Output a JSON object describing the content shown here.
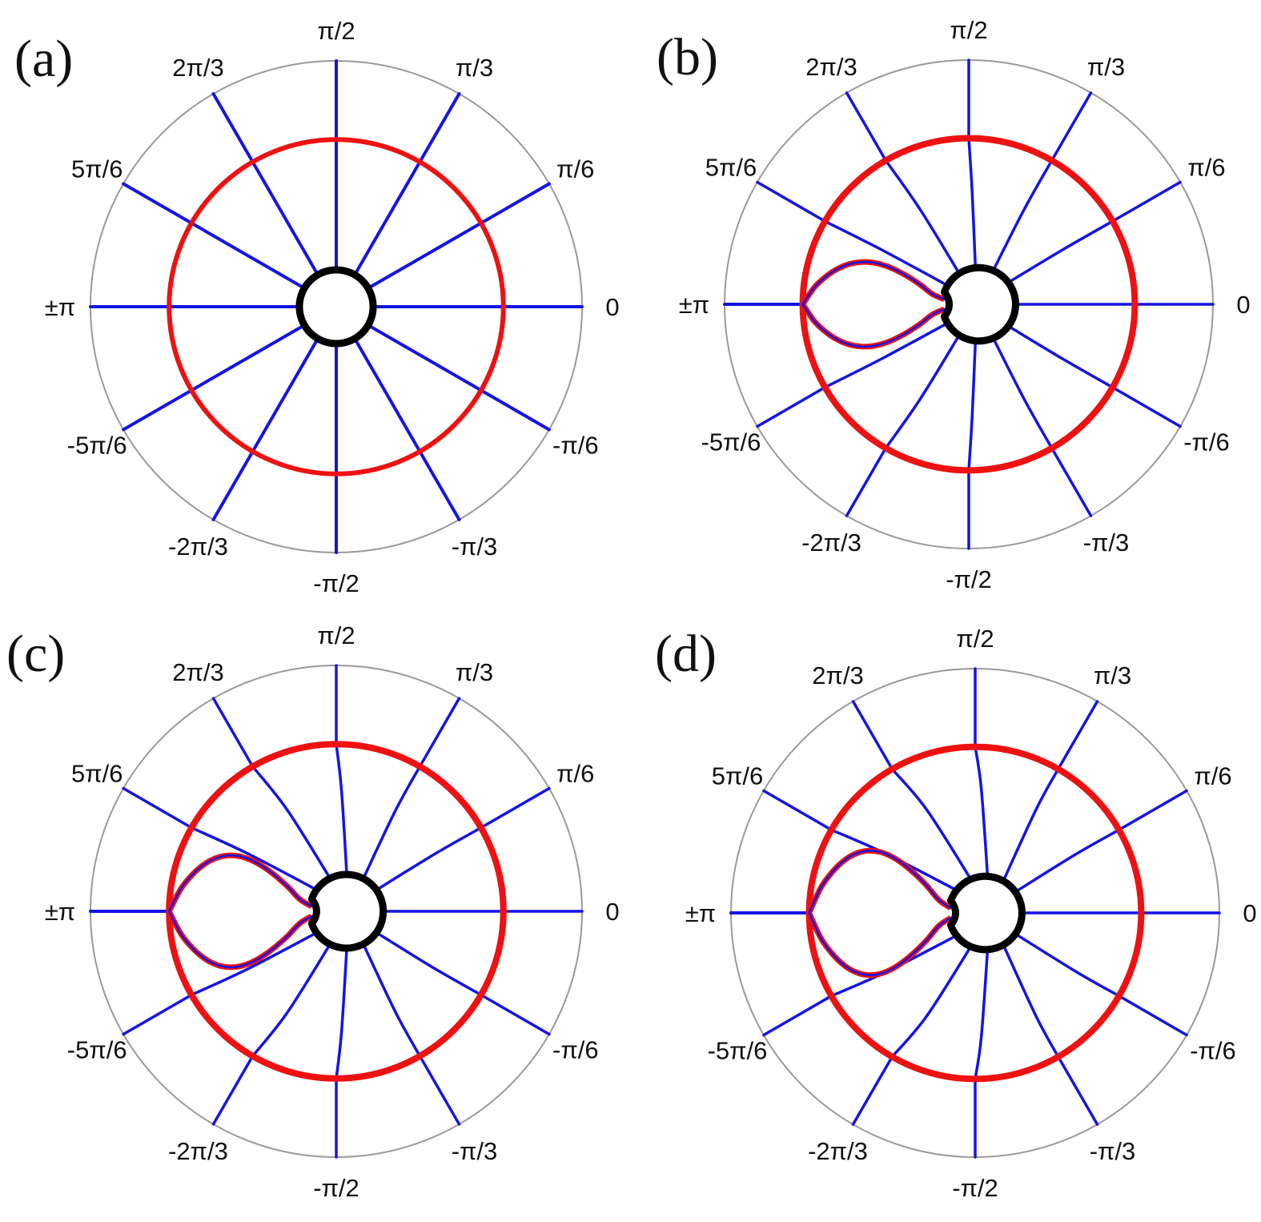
{
  "colors": {
    "ray": "#1414e6",
    "wavefront": "#ee1111",
    "obstacle": "#000000",
    "boundary": "#9a9a9a"
  },
  "angle_labels": [
    {
      "text": "0",
      "angle_deg": 0
    },
    {
      "text": "π/6",
      "angle_deg": 30
    },
    {
      "text": "π/3",
      "angle_deg": 60
    },
    {
      "text": "π/2",
      "angle_deg": 90
    },
    {
      "text": "2π/3",
      "angle_deg": 120
    },
    {
      "text": "5π/6",
      "angle_deg": 150
    },
    {
      "text": "±π",
      "angle_deg": 180
    },
    {
      "text": "-5π/6",
      "angle_deg": 210
    },
    {
      "text": "-2π/3",
      "angle_deg": 240
    },
    {
      "text": "-π/2",
      "angle_deg": 270
    },
    {
      "text": "-π/3",
      "angle_deg": 300
    },
    {
      "text": "-π/6",
      "angle_deg": 330
    }
  ],
  "panels": [
    {
      "id": "a",
      "label": "(a)",
      "bend": 0.0,
      "shape": "circle"
    },
    {
      "id": "b",
      "label": "(b)",
      "bend": 0.55,
      "shape": "cardioid"
    },
    {
      "id": "c",
      "label": "(c)",
      "bend": 0.85,
      "shape": "cardioid"
    },
    {
      "id": "d",
      "label": "(d)",
      "bend": 1.0,
      "shape": "cardioid"
    }
  ]
}
